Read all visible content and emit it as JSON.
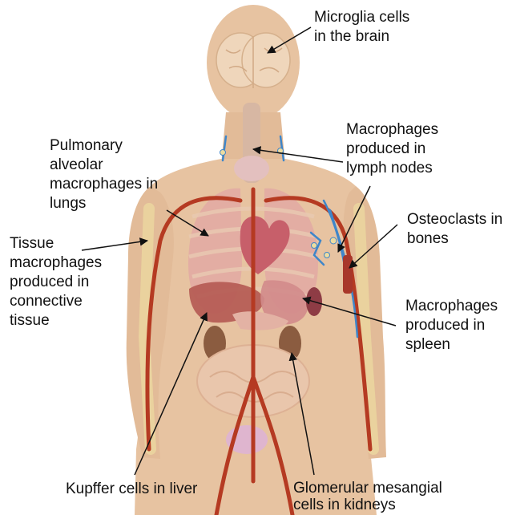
{
  "figure": {
    "colors": {
      "skin": "#e7c3a1",
      "skin_dark": "#d9a982",
      "artery": "#b53a22",
      "vein": "#3f86c9",
      "organ": "#c7707e",
      "lung": "#dc9a9a",
      "liver": "#9b4b43",
      "kidney": "#7a4a2f",
      "bone": "#eddca0",
      "arrow": "#111111"
    },
    "labels": {
      "microglia": [
        "Microglia cells",
        "in the brain"
      ],
      "lymph": [
        "Macrophages",
        "produced in",
        "lymph nodes"
      ],
      "pulmonary": [
        "Pulmonary",
        "alveolar",
        "macrophages in",
        "lungs"
      ],
      "osteoclasts": [
        "Osteoclasts in",
        "bones"
      ],
      "tissue": [
        "Tissue",
        "macrophages",
        "produced in",
        "connective",
        "tissue"
      ],
      "spleen": [
        "Macrophages",
        "produced in",
        "spleen"
      ],
      "kupffer": [
        "Kupffer cells in liver"
      ],
      "glomerular": [
        "Glomerular mesangial",
        "cells in kidneys"
      ]
    }
  }
}
